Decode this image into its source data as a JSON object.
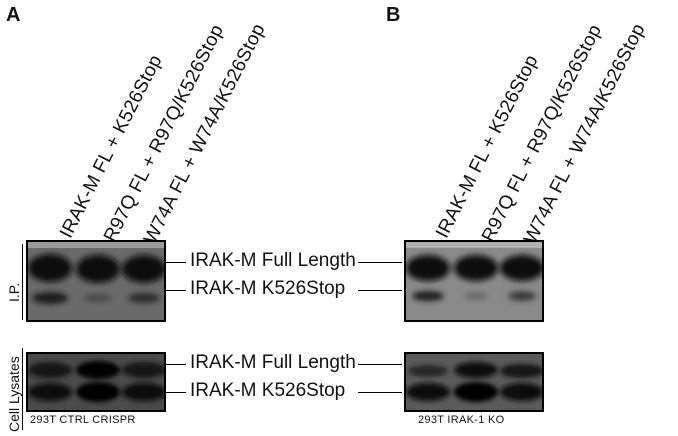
{
  "panels": {
    "a": {
      "letter": "A",
      "lanes": [
        "IRAK-M FL + K526Stop",
        "R97Q FL + R97Q/K526Stop",
        "W74A FL + W74A/K526Stop"
      ],
      "cell_line": "293T CTRL CRISPR"
    },
    "b": {
      "letter": "B",
      "lanes": [
        "IRAK-M FL + K526Stop",
        "R97Q FL + R97Q/K526Stop",
        "W74A FL + W74A/K526Stop"
      ],
      "cell_line": "293T IRAK-1 KO"
    }
  },
  "row_labels": {
    "ip": "I.P.",
    "lysates": "Cell Lysates"
  },
  "band_labels": {
    "ip_full": "IRAK-M Full Length",
    "ip_stop": "IRAK-M K526Stop",
    "lys_full": "IRAK-M Full Length",
    "lys_stop": "IRAK-M K526Stop"
  }
}
